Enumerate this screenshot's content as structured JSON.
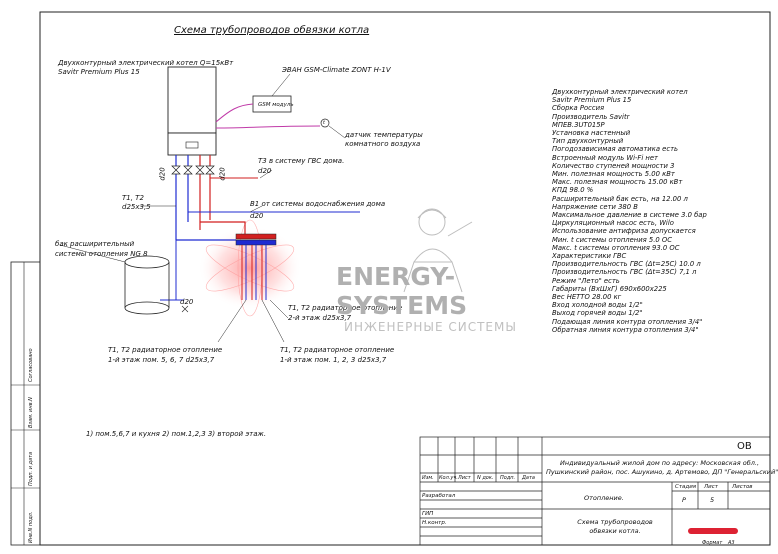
{
  "title": "Схема трубопроводов обвязки котла",
  "boiler": {
    "label_line1": "Двухконтурный электрический котел Q=15кВт",
    "label_line2": "Savitr Premium Plus 15",
    "gsm_module": "GSM модуль",
    "gsm_label": "ЭВАН GSM-Climate ZONT H-1V",
    "sensor_symbol": "t",
    "sensor_label_line1": "датчик температуры",
    "sensor_label_line2": "комнатного воздуха"
  },
  "pipes": {
    "d20_left": "d20",
    "d20_right": "d20",
    "t3_label": "Т3 в систему ГВС дома.",
    "t3_d": "d20",
    "t1t2_top": "Т1, Т2",
    "t1t2_top_d": "d25x3,5",
    "v1_label": "В1 от системы водоснабжения дома",
    "v1_d": "d20",
    "tank_label_line1": "бак расширительный",
    "tank_label_line2": "системы отопления NG 8",
    "tank_d": "d20",
    "floor2_line1": "Т1, Т2 радиаторное отопление",
    "floor2_line2": "2-й этаж   d25x3,7",
    "floor1a_line1": "Т1, Т2 радиаторное отопление",
    "floor1a_line2": "1-й этаж  пом. 5, 6, 7   d25x3,7",
    "floor1b_line1": "Т1, Т2 радиаторное отопление",
    "floor1b_line2": "1-й этаж  пом. 1, 2, 3   d25x3,7"
  },
  "spec_lines": [
    "Двухконтурный электрический котел",
    "Savitr Premium Plus 15",
    "Сборка   Россия",
    "Производитель   Savitr",
    "МПЕВ.ЗUТ015Р",
    "Установка   настенный",
    "Тип   двухконтурный",
    "Погодозависимая автоматика   есть",
    "Встроенный модуль Wi-Fi   нет",
    "Количество ступеней мощности   3",
    "Мин. полезная мощность   5.00 кВт",
    "Макс. полезная мощность   15.00 кВт",
    "КПД   98.0 %",
    "Расширительный бак   есть, на 12.00 л",
    "Напряжение сети   380 В",
    "Максимальное давление в системе   3.0 бар",
    "Циркуляционный насос   есть, Wilo",
    "Использование антифриза   допускается",
    "Мин. t системы отопления   5.0 ОС",
    "Макс. t системы отопления   93.0 ОС",
    "Характеристики ГВС",
    "Производительность ГВС (Δt=25С)   10.0 л",
    "Производительность ГВС (Δt=35С)   7,1 л",
    "Режим \"Лето\"   есть",
    "Габариты (ВхШхГ)   690х600х225",
    "Вес НЕТТО   28.00 кг",
    "Вход холодной воды   1/2\"",
    "Выход горячей воды   1/2\"",
    "Подающая линия контура отопления   3/4\"",
    "Обратная линия контура отопления   3/4\""
  ],
  "note": "1) пом.5,6,7 и кухня 2) пом.1,2,3 3) второй этаж.",
  "watermark": {
    "big": "ENERGY-SYSTEMS",
    "small": "ИНЖЕНЕРНЫЕ СИСТЕМЫ"
  },
  "side_stamp": [
    "Согласовано",
    "Взам. инв.N",
    "Подп. и дата",
    "Инв.N подл."
  ],
  "title_block": {
    "code": "ОВ",
    "project_line1": "Индивидуальный жилой дом по адресу: Московская обл.,",
    "project_line2": "Пушкинский район, пос. Ашукино, д. Артемово, ДП \"Генеральский\"",
    "headers": [
      "Изм.",
      "Кол.уч.",
      "Лист",
      "N док.",
      "Подп.",
      "Дата"
    ],
    "roles": [
      "Разработал",
      "ГИП",
      "Н.контр."
    ],
    "section": "Отопление.",
    "stage_h": "Стадия",
    "sheet_h": "Лист",
    "sheets_h": "Листов",
    "stage": "Р",
    "sheet": "5",
    "drawing": "Схема трубопроводов обвязки котла.",
    "format_label": "Формат",
    "format": "А3"
  },
  "colors": {
    "supply": "#d21f1f",
    "return": "#1f2bd2",
    "cold": "#1f2bd2",
    "control": "#c03aa8",
    "glow": "#ff6b6b"
  }
}
